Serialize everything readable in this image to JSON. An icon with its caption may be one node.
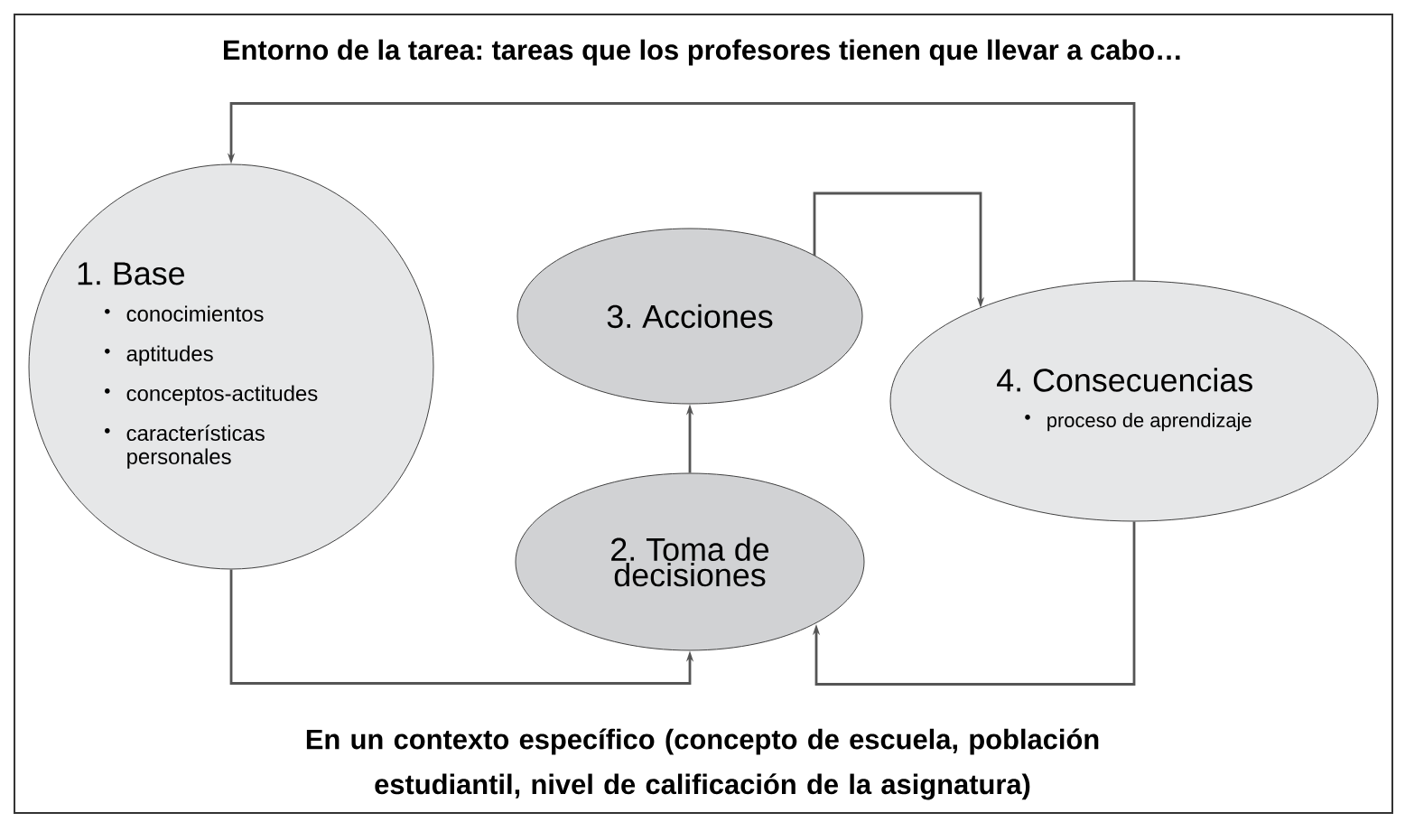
{
  "diagram": {
    "title": "Entorno de la tarea: tareas que los profesores tienen que llevar a cabo…",
    "caption": "En un contexto específico (concepto de escuela, población estudiantil, nivel de calificación de la asignatura)",
    "nodes": [
      {
        "text": [
          "1. Base",
          "conocimientos",
          "aptitudes",
          "conceptos-actitudes",
          "características personales"
        ]
      },
      {
        "text": [
          "2. Toma de decisiones"
        ]
      },
      {
        "text": [
          "3. Acciones"
        ]
      },
      {
        "text": [
          "4. Consecuencias",
          "proceso de aprendizaje"
        ]
      }
    ],
    "edges": [
      {
        "from": 0,
        "to": 1,
        "arrow": "to"
      },
      {
        "from": 3,
        "to": 1,
        "arrow": "to"
      },
      {
        "from": 1,
        "to": 2,
        "arrow": "to"
      },
      {
        "from": 2,
        "to": 3,
        "arrow": "to"
      },
      {
        "from": 3,
        "to": 0,
        "arrow": "to"
      }
    ]
  }
}
